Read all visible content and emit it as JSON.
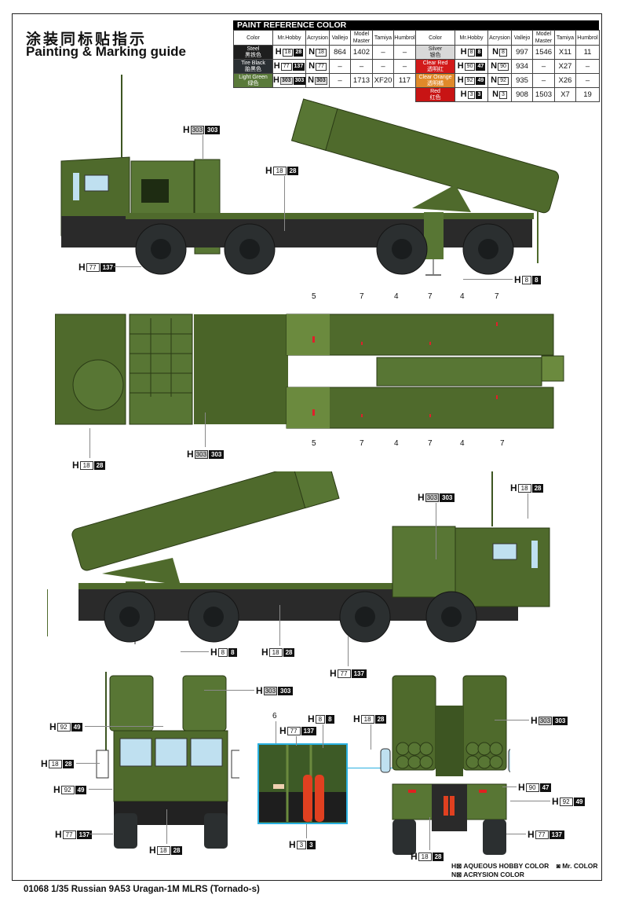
{
  "header": {
    "title_cn": "涂装同标贴指示",
    "title_en": "Painting & Marking guide"
  },
  "paint_table": {
    "title": "PAINT  REFERENCE COLOR",
    "columns": [
      "Color",
      "Mr.Hobby",
      "Acrysion",
      "Vallejo",
      "Model Master",
      "Tamiya",
      "Humbrol"
    ],
    "left_rows": [
      {
        "color_en": "Steel",
        "color_cn": "黑铁色",
        "swatch": "#1e1e1e",
        "h_aq": "18",
        "h_mr": "28",
        "n": "18",
        "vallejo": "864",
        "model_master": "1402",
        "tamiya": "–",
        "humbrol": "–"
      },
      {
        "color_en": "Tire Black",
        "color_cn": "胎黑色",
        "swatch": "#2a2f33",
        "h_aq": "77",
        "h_mr": "137",
        "n": "77",
        "vallejo": "–",
        "model_master": "–",
        "tamiya": "–",
        "humbrol": "–"
      },
      {
        "color_en": "Light Green",
        "color_cn": "绿色",
        "swatch": "#5a7a3a",
        "h_aq": "303",
        "h_mr": "303",
        "n": "303",
        "vallejo": "–",
        "model_master": "1713",
        "tamiya": "XF20",
        "humbrol": "117"
      }
    ],
    "right_rows": [
      {
        "color_en": "Silver",
        "color_cn": "银色",
        "swatch": "#d8d8d8",
        "h_aq": "8",
        "h_mr": "8",
        "n": "8",
        "vallejo": "997",
        "model_master": "1546",
        "tamiya": "X11",
        "humbrol": "11"
      },
      {
        "color_en": "Clear Red",
        "color_cn": "透明红",
        "swatch": "#d21a1a",
        "h_aq": "90",
        "h_mr": "47",
        "n": "90",
        "vallejo": "934",
        "model_master": "–",
        "tamiya": "X27",
        "humbrol": "–"
      },
      {
        "color_en": "Clear Orange",
        "color_cn": "透明橘",
        "swatch": "#e08a2a",
        "h_aq": "92",
        "h_mr": "49",
        "n": "92",
        "vallejo": "935",
        "model_master": "–",
        "tamiya": "X26",
        "humbrol": "–"
      },
      {
        "color_en": "Red",
        "color_cn": "红色",
        "swatch": "#c81414",
        "h_aq": "3",
        "h_mr": "3",
        "n": "3",
        "vallejo": "908",
        "model_master": "1503",
        "tamiya": "X7",
        "humbrol": "19"
      }
    ]
  },
  "prefix": {
    "h": "H",
    "n": "N"
  },
  "views": {
    "side_left": {
      "callouts": [
        {
          "aq": "303",
          "mr": "303"
        },
        {
          "aq": "18",
          "mr": "28"
        },
        {
          "aq": "77",
          "mr": "137"
        },
        {
          "aq": "8",
          "mr": "8"
        }
      ]
    },
    "top": {
      "top_numbers": [
        "5",
        "7",
        "4",
        "7",
        "4",
        "7"
      ],
      "bottom_numbers": [
        "5",
        "7",
        "4",
        "7",
        "4",
        "7"
      ],
      "callouts": [
        {
          "aq": "18",
          "mr": "28"
        },
        {
          "aq": "303",
          "mr": "303"
        }
      ]
    },
    "side_right": {
      "callouts": [
        {
          "aq": "303",
          "mr": "303"
        },
        {
          "aq": "18",
          "mr": "28"
        },
        {
          "aq": "8",
          "mr": "8"
        },
        {
          "aq": "18",
          "mr": "28"
        },
        {
          "aq": "77",
          "mr": "137"
        }
      ]
    },
    "front": {
      "callouts": [
        {
          "aq": "303",
          "mr": "303"
        },
        {
          "aq": "92",
          "mr": "49"
        },
        {
          "aq": "18",
          "mr": "28"
        },
        {
          "aq": "92",
          "mr": "49"
        },
        {
          "aq": "77",
          "mr": "137"
        },
        {
          "aq": "18",
          "mr": "28"
        }
      ]
    },
    "detail": {
      "number": "6",
      "callouts": [
        {
          "aq": "8",
          "mr": "8"
        },
        {
          "aq": "77",
          "mr": "137"
        },
        {
          "aq": "3",
          "mr": "3"
        }
      ]
    },
    "rear": {
      "callouts": [
        {
          "aq": "18",
          "mr": "28"
        },
        {
          "aq": "303",
          "mr": "303"
        },
        {
          "aq": "90",
          "mr": "47"
        },
        {
          "aq": "92",
          "mr": "49"
        },
        {
          "aq": "77",
          "mr": "137"
        },
        {
          "aq": "18",
          "mr": "28"
        }
      ]
    }
  },
  "legend": {
    "aqueous": "AQUEOUS HOBBY COLOR",
    "mr_color": "Mr. COLOR",
    "acrysion": "ACRYSION COLOR"
  },
  "footer": {
    "text": "01068 1/35  Russian 9A53 Uragan-1M MLRS (Tornado-s)"
  },
  "colors": {
    "vehicle_green": "#4f6a2c",
    "vehicle_green_light": "#6b8a3e",
    "tire": "#2b2f30",
    "glass": "#bfe0f0",
    "marker_red": "#e0202a",
    "detail_border": "#2ab0e0"
  }
}
